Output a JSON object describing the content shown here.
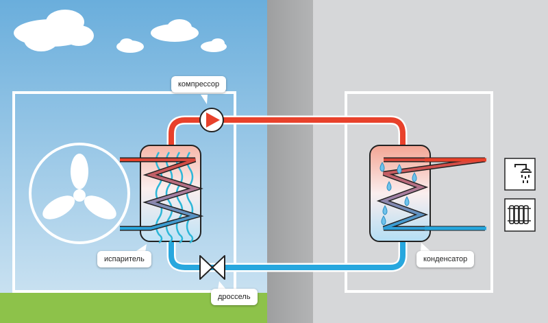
{
  "labels": {
    "compressor": "компрессор",
    "evaporator": "испаритель",
    "expansion_valve": "дроссель",
    "condenser": "конденсатор"
  },
  "icons": {
    "fan": "fan-icon",
    "shower": "shower-icon",
    "radiator": "radiator-icon",
    "compressor": "compressor-icon",
    "valve": "valve-icon",
    "cloud": "cloud-icon"
  },
  "colors": {
    "hot_line": "#e8412b",
    "cold_line": "#27a7de",
    "sky_top": "#6aaedc",
    "sky_bottom": "#cfe4f3",
    "grass": "#8dc24a",
    "wall": "#a9aaab",
    "interior": "#d6d7d9"
  }
}
